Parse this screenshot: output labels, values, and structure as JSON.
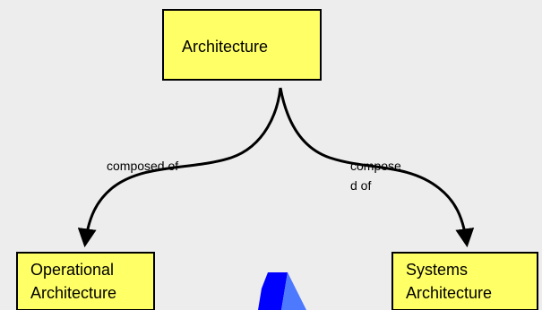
{
  "diagram": {
    "nodes": {
      "architecture": {
        "label": "Architecture"
      },
      "operational": {
        "line1": "Operational",
        "line2": "Architecture"
      },
      "systems": {
        "line1": "Systems",
        "line2": "Architecture"
      }
    },
    "edges": {
      "left": {
        "label": "composed of"
      },
      "right": {
        "line1": "compose",
        "line2": "d of"
      }
    }
  },
  "colors": {
    "background": "#ededed",
    "node_fill": "#ffff66",
    "node_border": "#000000",
    "arrow": "#000000",
    "accent_blue": "#0000ff",
    "accent_blue_light": "#4d79ff"
  }
}
